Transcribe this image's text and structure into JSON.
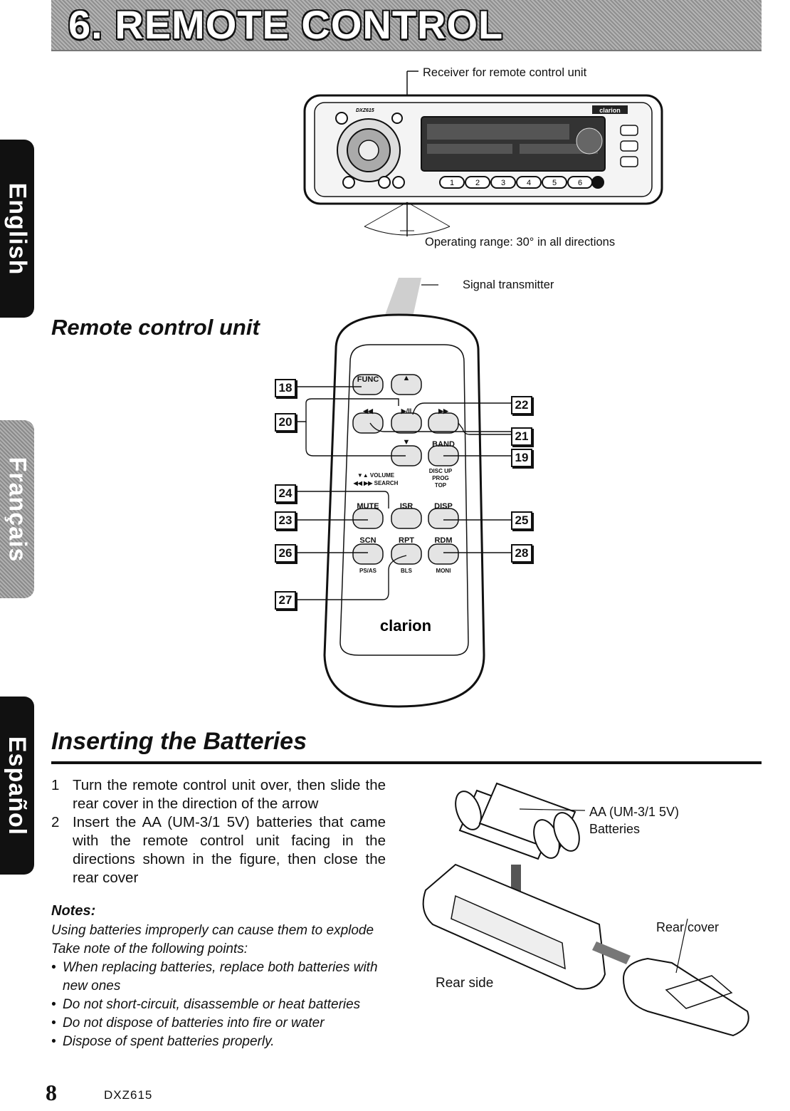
{
  "header": {
    "title": "6. REMOTE CONTROL"
  },
  "side_tabs": {
    "english": "English",
    "french": "Français",
    "spanish": "Español"
  },
  "head_unit": {
    "model_label": "DXZ615",
    "brand": "clarion",
    "receiver_label": "Receiver for remote control unit",
    "range_label": "Operating range: 30° in all directions",
    "preset_buttons": [
      "1",
      "2",
      "3",
      "4",
      "5",
      "6"
    ]
  },
  "remote": {
    "section_title": "Remote control unit",
    "signal_label": "Signal transmitter",
    "brand": "clarion",
    "buttons": {
      "func": "FUNC",
      "up": "▲",
      "rew": "◀◀",
      "play": "▶/II",
      "ff": "▶▶",
      "down": "▼",
      "band": "BAND",
      "mute": "MUTE",
      "isr": "ISR",
      "disp": "DISP",
      "scn": "SCN",
      "rpt": "RPT",
      "rdm": "RDM"
    },
    "sublabels": {
      "volume": "▼▲ VOLUME",
      "search": "◀◀ ▶▶ SEARCH",
      "disc_up": "DISC UP",
      "prog": "PROG",
      "top": "TOP",
      "psas": "PS/AS",
      "bls": "BLS",
      "moni": "MONI"
    },
    "callouts": [
      "18",
      "20",
      "24",
      "23",
      "26",
      "27",
      "22",
      "21",
      "19",
      "25",
      "28"
    ]
  },
  "batteries": {
    "section_title": "Inserting the Batteries",
    "steps": [
      {
        "num": "1",
        "text": "Turn the remote control unit over, then slide the rear cover in the direction of the arrow"
      },
      {
        "num": "2",
        "text": "Insert the AA (UM-3/1 5V) batteries that came with the remote control unit facing in the directions shown in the figure, then close the rear cover"
      }
    ],
    "notes_title": "Notes:",
    "notes_intro": "Using batteries improperly can cause them to explode Take note of the following points:",
    "notes": [
      "When replacing batteries, replace both batteries with new ones",
      "Do not short-circuit, disassemble or heat batteries",
      "Do not dispose of batteries into fire or water",
      "Dispose of spent batteries properly."
    ],
    "battery_label_1": "AA (UM-3/1 5V)",
    "battery_label_2": "Batteries",
    "rear_cover_label": "Rear cover",
    "rear_side_label": "Rear side"
  },
  "footer": {
    "page_number": "8",
    "model": "DXZ615"
  }
}
